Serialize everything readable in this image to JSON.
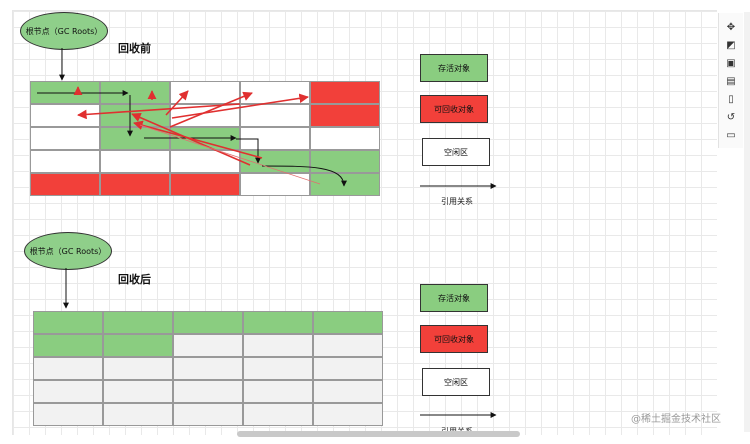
{
  "before": {
    "root_label": "根节点（GC Roots）",
    "title": "回收前"
  },
  "after": {
    "root_label": "根节点（GC Roots）",
    "title": "回收后"
  },
  "legend": {
    "live": "存活对象",
    "collectible": "可回收对象",
    "free": "空闲区",
    "reference": "引用关系"
  },
  "colors": {
    "live": "#8acd80",
    "collectible": "#f2403a",
    "free": "#ffffff",
    "compacted_free": "#f2f2f2",
    "arrow_red": "#e03030"
  },
  "toolbar": {
    "icons": [
      "move-icon",
      "format-icon",
      "shapes-icon",
      "page-icon",
      "document-icon",
      "history-icon",
      "comment-icon"
    ]
  },
  "watermark": "@稀土掘金技术社区"
}
